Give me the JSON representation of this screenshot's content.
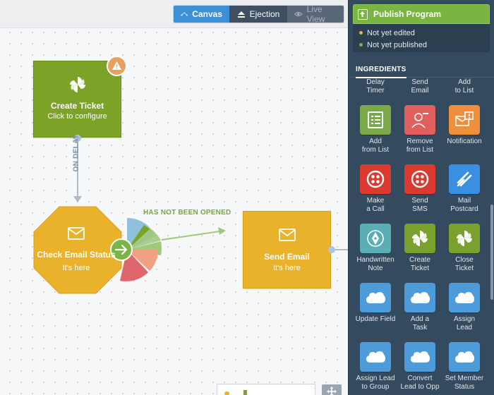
{
  "view_tabs": {
    "canvas": "Canvas",
    "ejection": "Ejection",
    "live_view": "Live View"
  },
  "canvas": {
    "create_ticket": {
      "title": "Create Ticket",
      "subtitle": "Click to configure",
      "warning": "!"
    },
    "on_delay": "ON DELAY",
    "check_email": {
      "title": "Check Email Status",
      "subtitle": "It's here"
    },
    "branch_label": "HAS NOT BEEN OPENED",
    "send_email": {
      "title": "Send Email",
      "subtitle": "It's here"
    }
  },
  "sidebar": {
    "publish_label": "Publish Program",
    "status": [
      {
        "text": "Not yet edited",
        "color": "#e9b33c"
      },
      {
        "text": "Not yet published",
        "color": "#7ab442"
      }
    ],
    "ingredients_tab": "INGREDIENTS",
    "top_row": [
      "Delay\nTimer",
      "Send\nEmail",
      "Add\nto List"
    ],
    "items": [
      {
        "label": "Add\nfrom List",
        "color": "#7aa94a",
        "icon": "list-icon"
      },
      {
        "label": "Remove\nfrom List",
        "color": "#e0605e",
        "icon": "remove-person-icon"
      },
      {
        "label": "Notification",
        "color": "#ef8f3b",
        "icon": "notification-icon"
      },
      {
        "label": "Make\na Call",
        "color": "#da3a2f",
        "icon": "twilio-call-icon"
      },
      {
        "label": "Send\nSMS",
        "color": "#da3a2f",
        "icon": "twilio-sms-icon"
      },
      {
        "label": "Mail\nPostcard",
        "color": "#3b8fe0",
        "icon": "postcard-icon"
      },
      {
        "label": "Handwritten\nNote",
        "color": "#5aaeb6",
        "icon": "pen-icon"
      },
      {
        "label": "Create\nTicket",
        "color": "#7aa12e",
        "icon": "zendesk-icon"
      },
      {
        "label": "Close\nTicket",
        "color": "#7aa12e",
        "icon": "zendesk-icon"
      },
      {
        "label": "Update Field",
        "color": "#4d9bd8",
        "icon": "salesforce-icon"
      },
      {
        "label": "Add a\nTask",
        "color": "#4d9bd8",
        "icon": "salesforce-icon"
      },
      {
        "label": "Assign\nLead",
        "color": "#4d9bd8",
        "icon": "salesforce-icon"
      },
      {
        "label": "Assign Lead\nto Group",
        "color": "#4d9bd8",
        "icon": "salesforce-icon"
      },
      {
        "label": "Convert\nLead to Opp",
        "color": "#4d9bd8",
        "icon": "salesforce-icon"
      },
      {
        "label": "Set Member\nStatus",
        "color": "#4d9bd8",
        "icon": "salesforce-icon"
      }
    ]
  }
}
